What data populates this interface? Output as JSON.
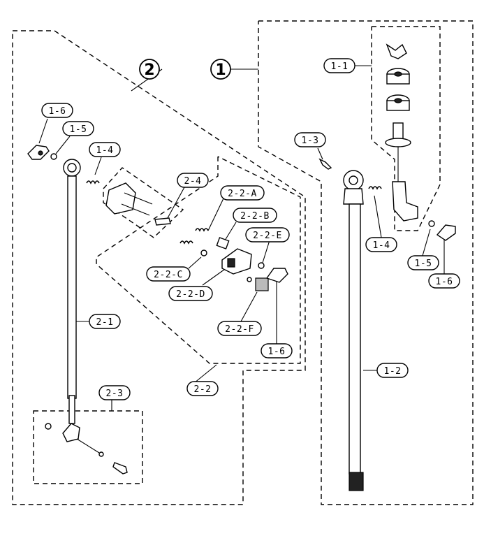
{
  "groups": {
    "g1": "1",
    "g2": "2"
  },
  "callouts": {
    "c_1_1": "1-1",
    "c_1_2": "1-2",
    "c_1_3": "1-3",
    "c_1_4_left": "1-4",
    "c_1_4_right": "1-4",
    "c_1_5_left": "1-5",
    "c_1_5_right": "1-5",
    "c_1_6_left": "1-6",
    "c_1_6_right": "1-6",
    "c_1_6_mid": "1-6",
    "c_2_1": "2-1",
    "c_2_2": "2-2",
    "c_2_3": "2-3",
    "c_2_4": "2-4",
    "c_2_2_A": "2-2-A",
    "c_2_2_B": "2-2-B",
    "c_2_2_C": "2-2-C",
    "c_2_2_D": "2-2-D",
    "c_2_2_E": "2-2-E",
    "c_2_2_F": "2-2-F"
  }
}
